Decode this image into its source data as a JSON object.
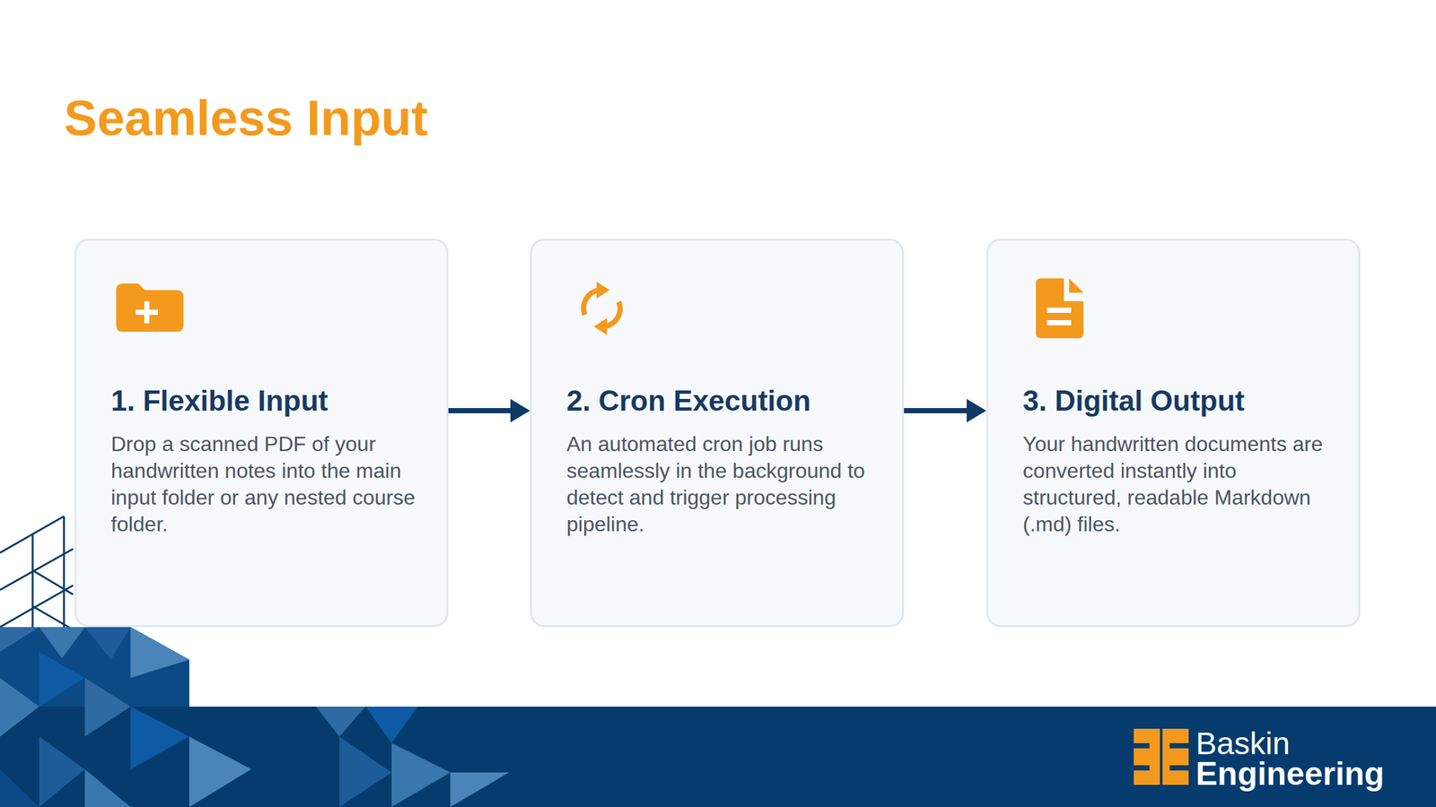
{
  "diagram": {
    "title": "Seamless Input",
    "nodes": [
      {
        "text": [
          "1. Flexible Input",
          "Drop a scanned PDF of your handwritten notes into the main input folder or any nested course folder."
        ]
      },
      {
        "text": [
          "2. Cron Execution",
          "An automated cron job runs seamlessly in the background to detect and trigger processing pipeline."
        ]
      },
      {
        "text": [
          "3. Digital Output",
          "Your handwritten documents are converted instantly into structured, readable Markdown (.md) files."
        ]
      }
    ],
    "edges": [
      {
        "from": 0,
        "to": 1,
        "arrow": "to"
      },
      {
        "from": 1,
        "to": 2,
        "arrow": "to"
      }
    ],
    "labels": [
      "Baskin",
      "Engineering"
    ]
  }
}
